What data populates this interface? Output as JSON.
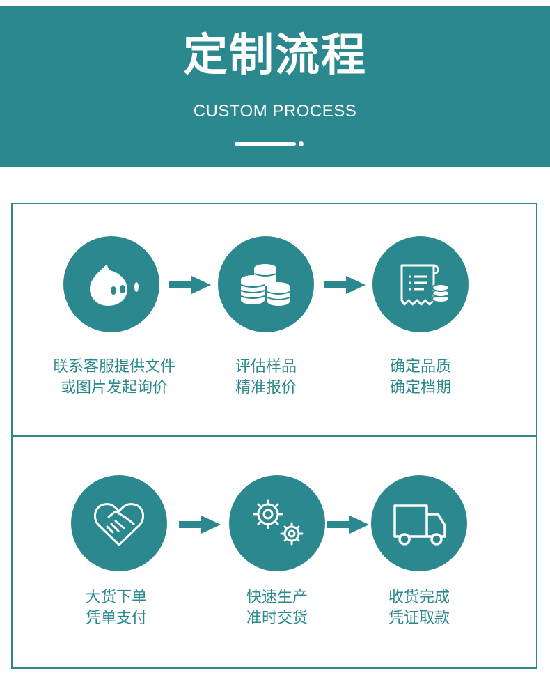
{
  "header": {
    "title": "定制流程",
    "subtitle": "CUSTOM PROCESS"
  },
  "colors": {
    "accent": "#2a888e",
    "background": "#ffffff"
  },
  "steps": [
    {
      "icon": "chat-bubble-icon",
      "line1": "联系客服提供文件",
      "line2": "或图片发起询价"
    },
    {
      "icon": "coins-stack-icon",
      "line1": "评估样品",
      "line2": "精准报价"
    },
    {
      "icon": "receipt-icon",
      "line1": "确定品质",
      "line2": "确定档期"
    },
    {
      "icon": "handshake-heart-icon",
      "line1": "大货下单",
      "line2": "凭单支付"
    },
    {
      "icon": "gears-icon",
      "line1": "快速生产",
      "line2": "准时交货"
    },
    {
      "icon": "delivery-truck-icon",
      "line1": "收货完成",
      "line2": "凭证取款"
    }
  ]
}
